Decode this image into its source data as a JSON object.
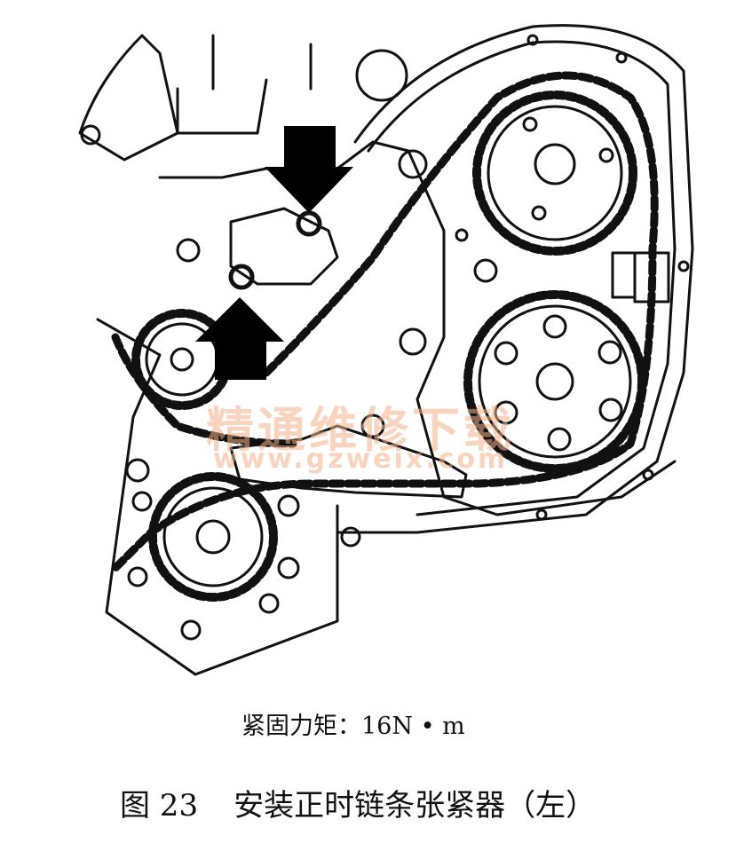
{
  "watermark": {
    "cn": "精通维修下载",
    "url": "www.gzweix.com"
  },
  "torque_note": "紧固力矩：16N • m",
  "caption": {
    "number": "图 23",
    "title": "安装正时链条张紧器（左）"
  },
  "colors": {
    "line": "#111111",
    "arrow": "#000000",
    "watermark": "#f3b08a",
    "background": "#ffffff"
  }
}
